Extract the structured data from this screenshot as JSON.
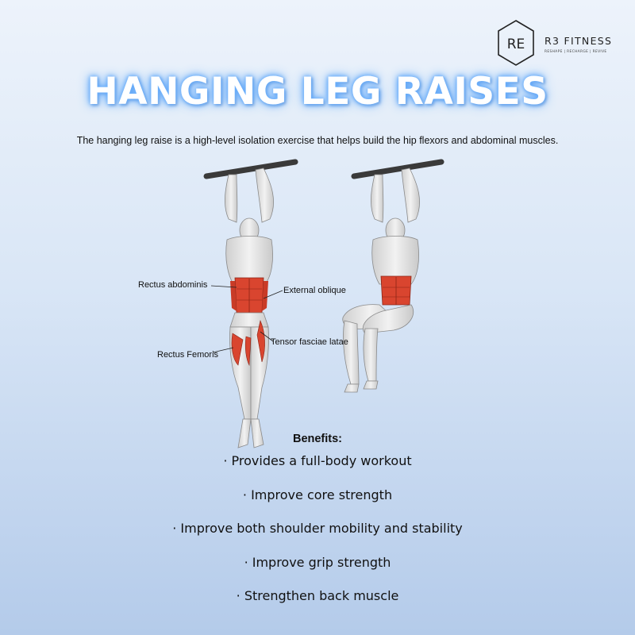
{
  "brand": {
    "monogram": "RE",
    "name": "R3 FITNESS",
    "tagline": "RESHAPE | RECHARGE | REVIVE"
  },
  "title": "HANGING LEG RAISES",
  "description": "The hanging leg raise is a high-level isolation exercise that helps build the hip flexors and abdominal muscles.",
  "muscle_labels": {
    "rectus_abdominis": "Rectus abdominis",
    "external_oblique": "External oblique",
    "tensor_fasciae_latae": "Tensor fasciae latae",
    "rectus_femoris": "Rectus Femoris"
  },
  "colors": {
    "muscle_highlight": "#d9452f",
    "body": "#e9e9e9",
    "bar": "#3a3a3a",
    "title_glow": "#4f9cf5"
  },
  "benefits": {
    "heading": "Benefits:",
    "items": [
      "· Provides a full-body workout",
      "· Improve core strength",
      "· Improve both shoulder mobility and stability",
      "· Improve grip strength",
      "· Strengthen back muscle"
    ]
  }
}
